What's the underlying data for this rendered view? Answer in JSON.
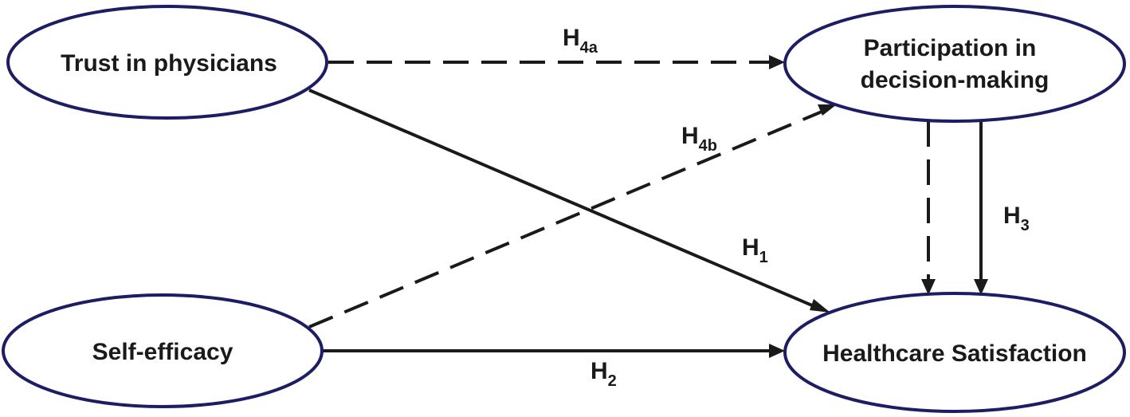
{
  "colors": {
    "node_stroke": "#1d1d63",
    "node_fill": "#ffffff",
    "edge": "#1a1a1a",
    "text": "#1a1a1a"
  },
  "nodes": {
    "trust": {
      "label": "Trust in physicians"
    },
    "self_efficacy": {
      "label": "Self-efficacy"
    },
    "participation": {
      "label_line1": "Participation in",
      "label_line2": "decision-making"
    },
    "satisfaction": {
      "label": "Healthcare Satisfaction"
    }
  },
  "edges": {
    "h1": {
      "main": "H",
      "sub": "1",
      "style": "solid",
      "from": "Trust in physicians",
      "to": "Healthcare Satisfaction"
    },
    "h2": {
      "main": "H",
      "sub": "2",
      "style": "solid",
      "from": "Self-efficacy",
      "to": "Healthcare Satisfaction"
    },
    "h3": {
      "main": "H",
      "sub": "3",
      "style": "solid",
      "from": "Participation in decision-making",
      "to": "Healthcare Satisfaction"
    },
    "h4a": {
      "main": "H",
      "sub": "4a",
      "style": "dashed",
      "from": "Trust in physicians",
      "to": "Participation in decision-making"
    },
    "h4b": {
      "main": "H",
      "sub": "4b",
      "style": "dashed",
      "from": "Self-efficacy",
      "to": "Participation in decision-making"
    },
    "mediation": {
      "style": "dashed",
      "from": "Participation in decision-making",
      "to": "Healthcare Satisfaction"
    }
  }
}
